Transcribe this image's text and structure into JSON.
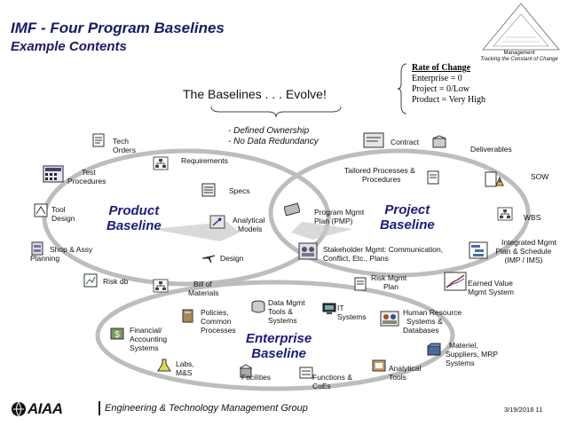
{
  "title": "IMF - Four Program Baselines",
  "subtitle": "Example Contents",
  "logo": {
    "lines": [
      "Management",
      "Tracking the Constant of Change"
    ]
  },
  "rate_of_change": {
    "heading": "Rate of Change",
    "lines": [
      "Enterprise = 0",
      "Project = 0/Low",
      "Product = Very High"
    ]
  },
  "evolve": "The Baselines . . . Evolve!",
  "ownership": [
    "- Defined Ownership",
    "- No Data Redundancy"
  ],
  "baselines": {
    "product": [
      "Product",
      "Baseline"
    ],
    "project": [
      "Project",
      "Baseline"
    ],
    "enterprise": [
      "Enterprise",
      "Baseline"
    ]
  },
  "items": {
    "tech_orders": [
      "Tech",
      "Orders"
    ],
    "requirements": "Requirements",
    "test_procedures": [
      "Test",
      "Procedures"
    ],
    "specs": "Specs",
    "tool_design": [
      "Tool",
      "Design"
    ],
    "analytical_models": [
      "Analytical",
      "Models"
    ],
    "shop_assy": [
      "Shop & Assy",
      "Planning"
    ],
    "design": "Design",
    "risk_db": "Risk db",
    "bill_of_materials": [
      "Bill of",
      "Materials"
    ],
    "contract": "Contract",
    "deliverables": "Deliverables",
    "tailored": [
      "Tailored Processes &",
      "Procedures"
    ],
    "sow": "SOW",
    "program_mgmt": [
      "Program Mgmt",
      "Plan (PMP)"
    ],
    "wbs": "WBS",
    "integrated_mgmt": [
      "Integrated Mgmt",
      "Plan & Schedule",
      "(IMP / IMS)"
    ],
    "stakeholder": [
      "Stakeholder Mgmt: Communication,",
      "Conflict, Etc., Plans"
    ],
    "risk_mgmt": [
      "Risk Mgmt",
      "Plan"
    ],
    "earned_value": [
      "Earned Value",
      "Mgmt System"
    ],
    "policies": [
      "Policies,",
      "Common",
      "Processes"
    ],
    "data_mgmt": [
      "Data Mgmt",
      "Tools &",
      "Systems"
    ],
    "it_systems": [
      "IT",
      "Systems"
    ],
    "human_resource": [
      "Human Resource",
      "Systems &",
      "Databases"
    ],
    "financial": [
      "Financial/",
      "Accounting",
      "Systems"
    ],
    "materiel": [
      "Materiel,",
      "Suppliers, MRP",
      "Systems"
    ],
    "labs": [
      "Labs,",
      "M&S"
    ],
    "facilities": "Facilities",
    "functions": [
      "Functions &",
      "CoEs"
    ],
    "analytical_tools": [
      "Analytical",
      "Tools"
    ]
  },
  "footer": {
    "org": "AIAA",
    "text": "Engineering & Technology Management Group",
    "date": "3/19/2018 11"
  },
  "colors": {
    "title": "#1a1a66",
    "baseline": "#1c1c80",
    "ellipse": "#bdbdbd"
  }
}
